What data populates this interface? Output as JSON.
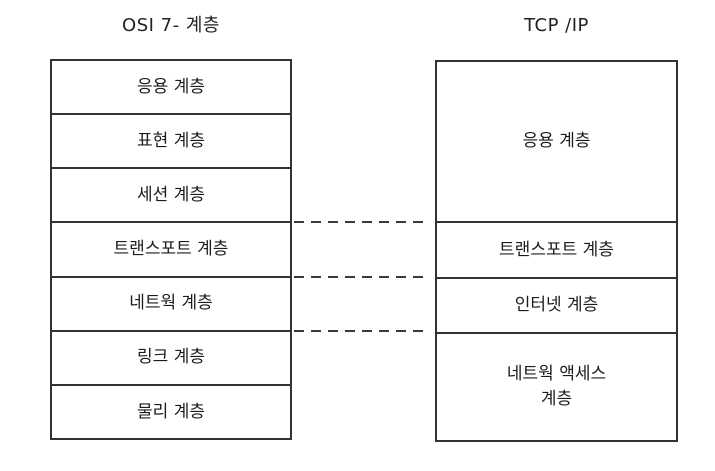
{
  "diagram": {
    "left_column": {
      "title": "OSI 7- 계층",
      "layers": [
        "응용 계층",
        "표현 계층",
        "세션 계층",
        "트랜스포트 계층",
        "네트웍 계층",
        "링크 계층",
        "물리 계층"
      ]
    },
    "right_column": {
      "title": "TCP /IP",
      "layers": [
        "응용 계층",
        "트랜스포트 계층",
        "인터넷 계층",
        "네트웍 액세스\n계층"
      ],
      "row_spans": [
        3,
        1,
        1,
        2
      ]
    },
    "connectors": {
      "count": 3,
      "style": "dashed",
      "description": "dashed mapping lines between transport/network layer boundaries"
    },
    "colors": {
      "background": "#ffffff",
      "line": "#333333",
      "text": "#1c1c1c"
    }
  }
}
